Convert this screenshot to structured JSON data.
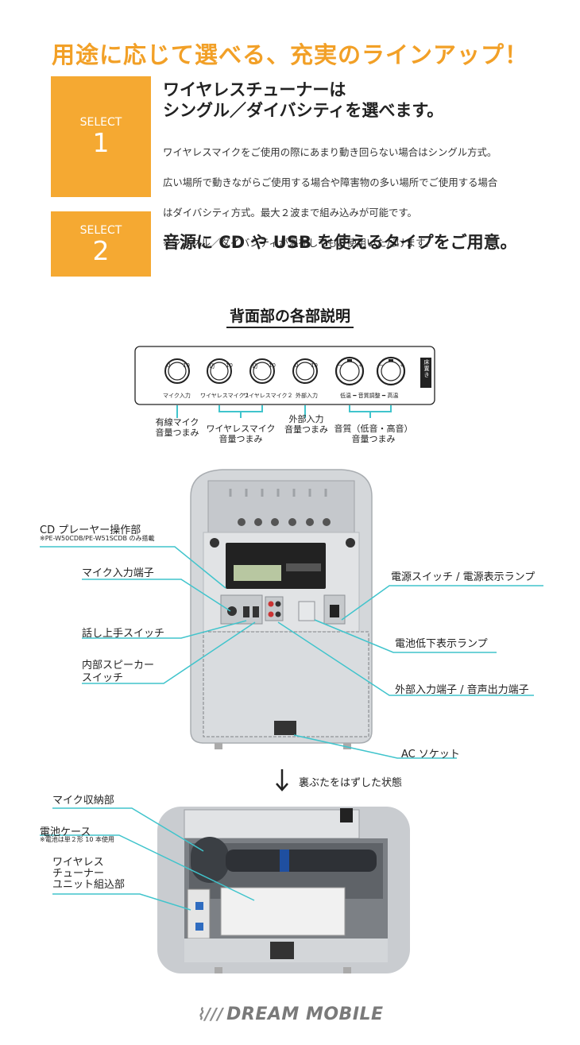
{
  "header": {
    "title": "用途に応じて選べる、充実のラインアップ！"
  },
  "selects": [
    {
      "label": "SELECT",
      "number": "1",
      "heading": "ワイヤレスチューナーは\nシングル／ダイバシティを選べます。",
      "heading_line1": "ワイヤレスチューナーは",
      "heading_line2": "シングル／ダイバシティを選べます。",
      "desc1": "ワイヤレスマイクをご使用の際にあまり動き回らない場合はシングル方式。",
      "desc2": "広い場所で動きながらご使用する場合や障害物の多い場所でご使用する場合",
      "desc3": "はダイバシティ方式。最大２波まで組み込みが可能です。",
      "desc4": "※シングル／ダイバシティが混在してもご使用いただけます。"
    },
    {
      "label": "SELECT",
      "number": "2",
      "heading": "音源に CD や USB を使えるタイプをご用意。"
    }
  ],
  "panel": {
    "title": "背面部の各部説明",
    "knob_labels": {
      "k1": "マイク入力",
      "k2": "ワイヤレスマイク１",
      "k3": "ワイヤレスマイク２",
      "k4": "外部入力",
      "tone": "低温 ━ 音質調整 ━ 高温",
      "side": "床置き"
    },
    "scales": {
      "zero": "0",
      "ten": "10",
      "off": "切",
      "minus": "−",
      "plus": "+"
    },
    "captions": {
      "c1a": "有線マイク",
      "c1b": "音量つまみ",
      "c2a": "ワイヤレスマイク",
      "c2b": "音量つまみ",
      "c3a": "外部入力",
      "c3b": "音量つまみ",
      "c4a": "音質（低音・高音）",
      "c4b": "音量つまみ"
    }
  },
  "rear_callouts": {
    "cd": "CD プレーヤー操作部",
    "cd_note": "※PE-W50CDB/PE-W51SCDB のみ搭載",
    "mic_in": "マイク入力端子",
    "talk": "話し上手スイッチ",
    "speaker_a": "内部スピーカー",
    "speaker_b": "スイッチ",
    "power": "電源スイッチ / 電源表示ランプ",
    "battery_lamp": "電池低下表示ランプ",
    "ext": "外部入力端子 / 音声出力端子",
    "ac": "AC ソケット"
  },
  "arrow_text": "裏ぶたをはずした状態",
  "open_callouts": {
    "mic_storage": "マイク収納部",
    "battery": "電池ケース",
    "battery_note": "※電池は単２形 10 本使用",
    "tuner_a": "ワイヤレス",
    "tuner_b": "チューナー",
    "tuner_c": "ユニット組込部"
  },
  "footer": {
    "logo_mark": "⌇///",
    "logo_text": "DREAM MOBILE"
  },
  "colors": {
    "accent": "#f5a932",
    "title": "#f2a027",
    "leader": "#40c4cc"
  }
}
